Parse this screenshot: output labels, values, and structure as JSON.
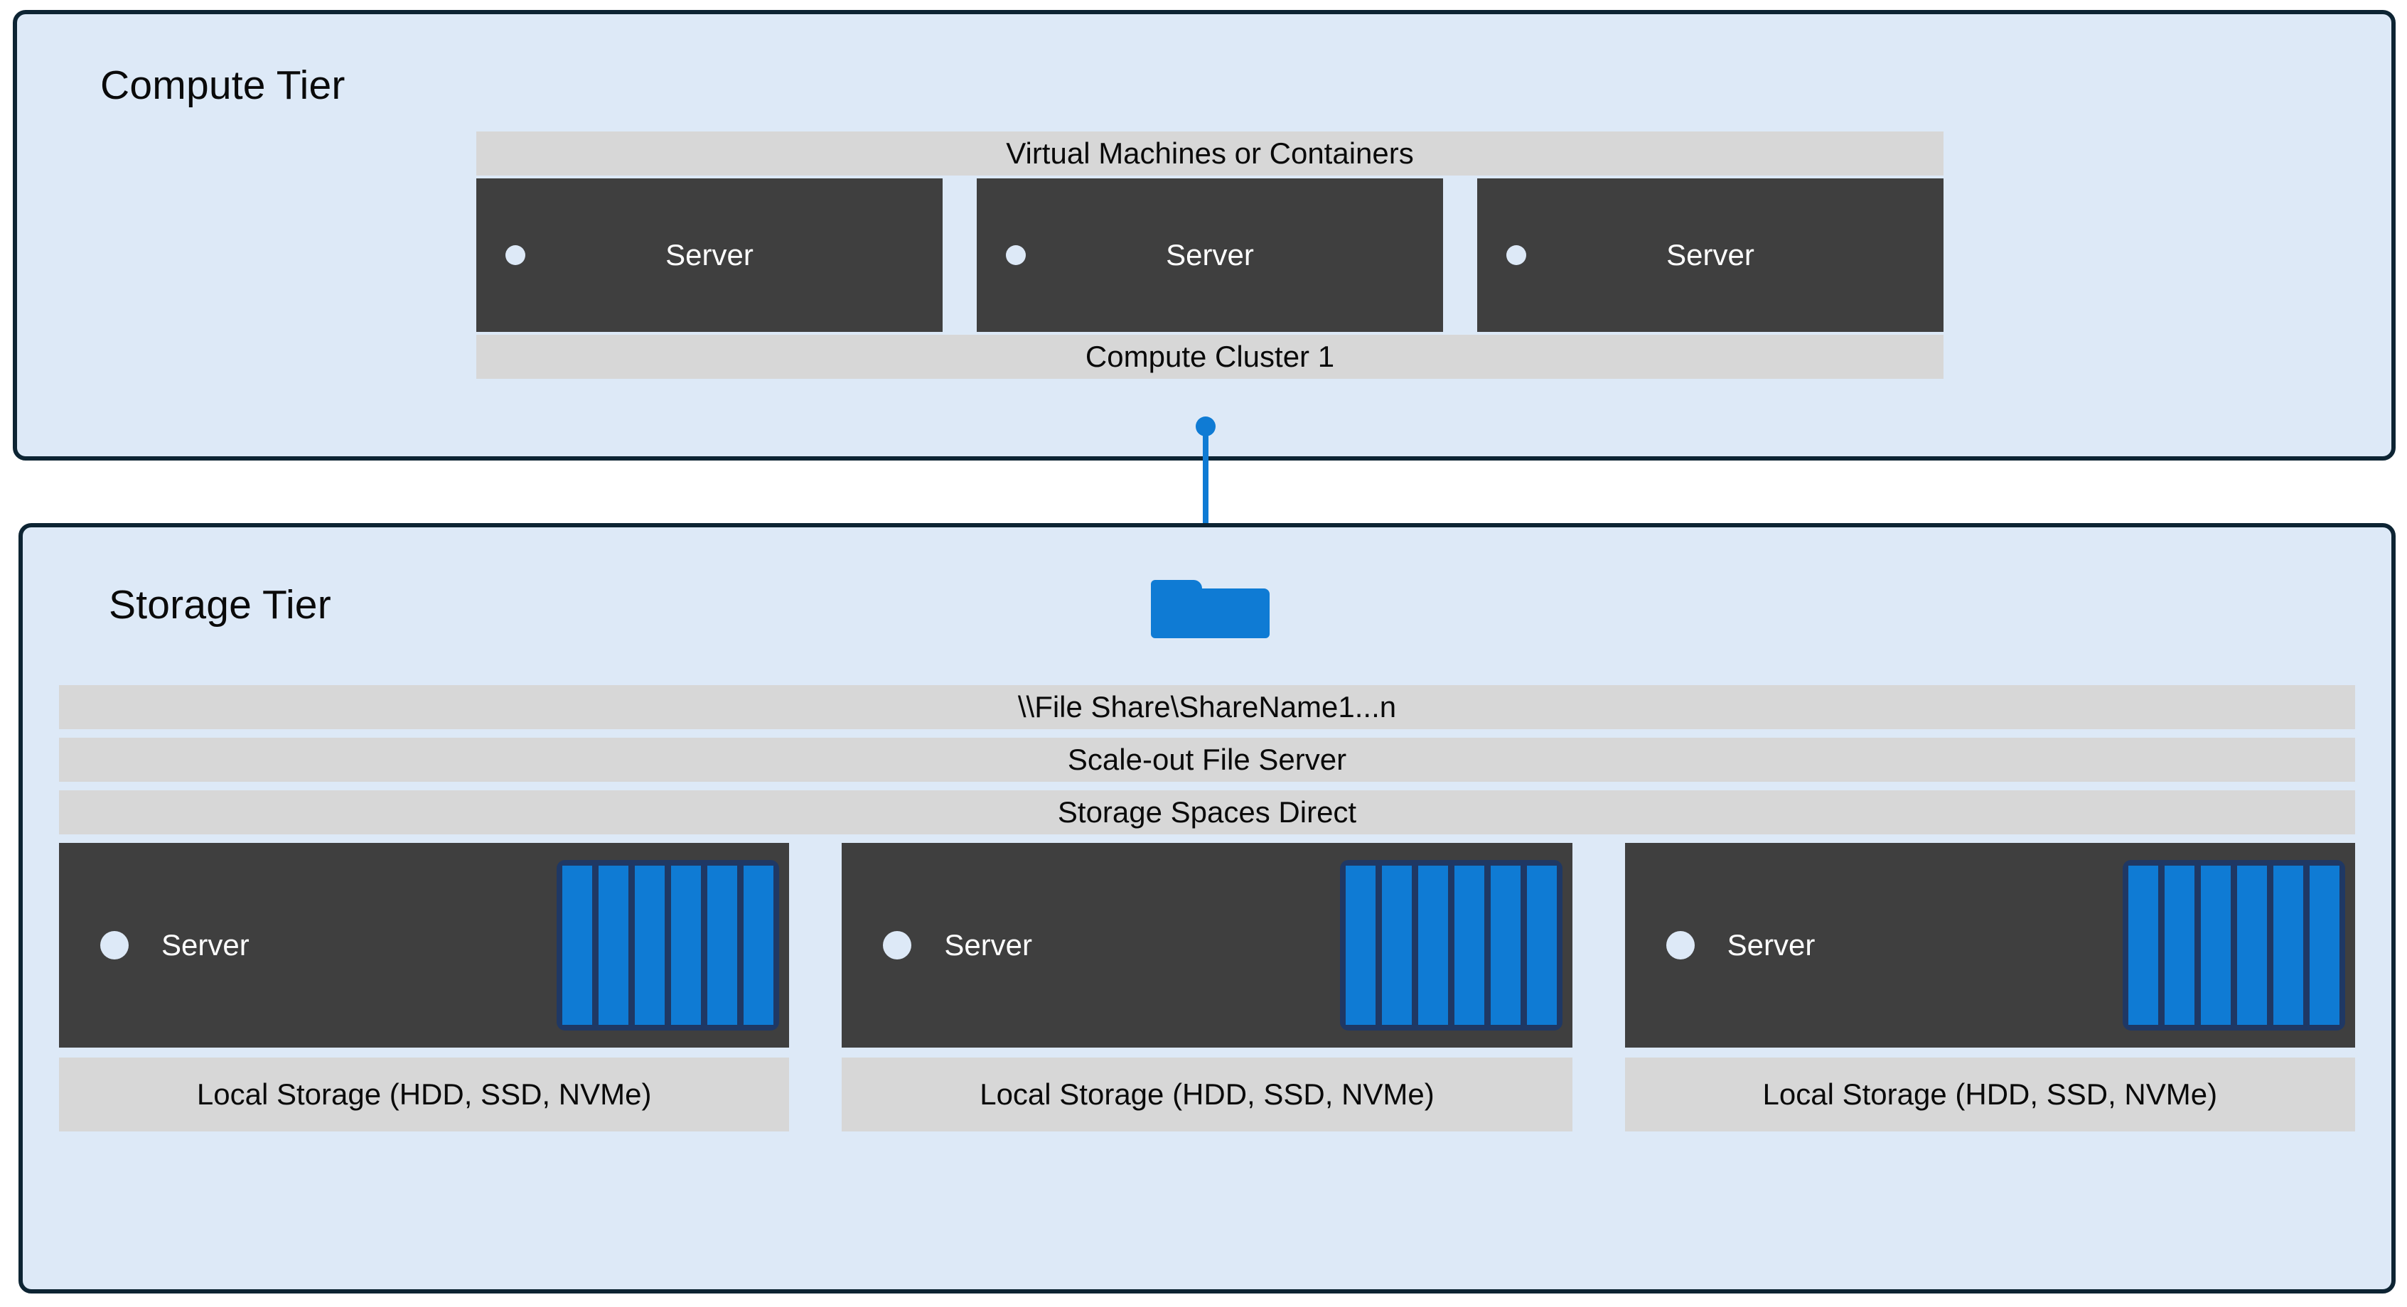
{
  "diagram": {
    "colors": {
      "tier_fill": "#dde9f7",
      "tier_border": "#0d2433",
      "band_fill": "#d7d7d7",
      "server_fill": "#3f3f3f",
      "accent_blue": "#0f7bd4",
      "disk_frame_navy": "#1f3864",
      "server_label_text": "#ffffff",
      "text": "#0a0a0a"
    }
  },
  "compute_tier": {
    "title": "Compute Tier",
    "vm_band_label": "Virtual Machines or Containers",
    "cluster_band_label": "Compute Cluster 1",
    "servers": [
      {
        "label": "Server"
      },
      {
        "label": "Server"
      },
      {
        "label": "Server"
      }
    ]
  },
  "connector": {
    "icon": "folder-icon",
    "endpoint_top": "circle",
    "endpoint_bottom": "circle"
  },
  "storage_tier": {
    "title": "Storage Tier",
    "bands": [
      {
        "label": "\\\\File Share\\ShareName1...n"
      },
      {
        "label": "Scale-out File Server"
      },
      {
        "label": "Storage Spaces Direct"
      }
    ],
    "nodes": [
      {
        "label": "Server",
        "disk_count": 6,
        "footer": "Local Storage (HDD, SSD, NVMe)"
      },
      {
        "label": "Server",
        "disk_count": 6,
        "footer": "Local Storage (HDD, SSD, NVMe)"
      },
      {
        "label": "Server",
        "disk_count": 6,
        "footer": "Local Storage (HDD, SSD, NVMe)"
      }
    ]
  }
}
